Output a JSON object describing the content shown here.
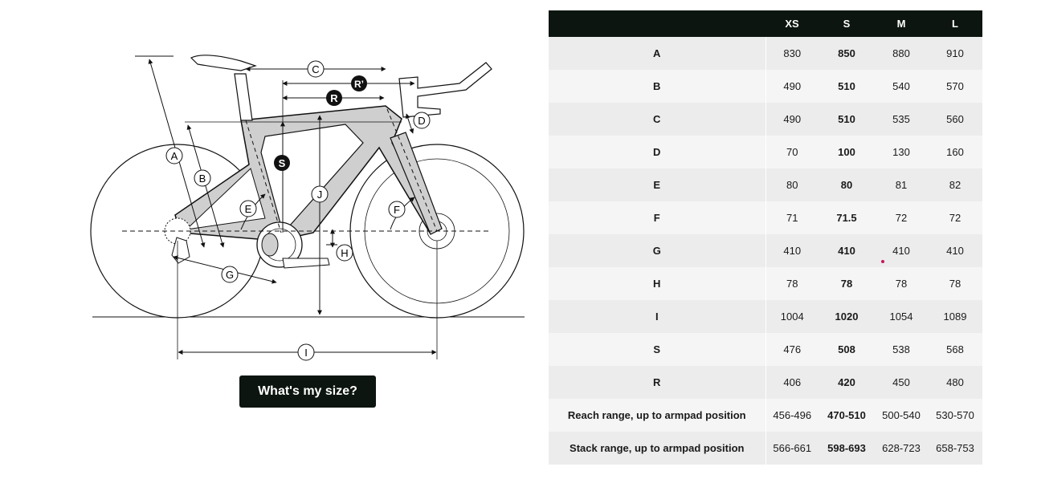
{
  "diagram": {
    "labels": [
      "A",
      "B",
      "C",
      "D",
      "E",
      "F",
      "G",
      "H",
      "I",
      "J",
      "R",
      "R’",
      "S"
    ]
  },
  "size_button": {
    "label": "What's my size?"
  },
  "table": {
    "headers": [
      "",
      "XS",
      "S",
      "M",
      "L"
    ],
    "rows": [
      {
        "label": "A",
        "values": [
          "830",
          "850",
          "880",
          "910"
        ]
      },
      {
        "label": "B",
        "values": [
          "490",
          "510",
          "540",
          "570"
        ]
      },
      {
        "label": "C",
        "values": [
          "490",
          "510",
          "535",
          "560"
        ]
      },
      {
        "label": "D",
        "values": [
          "70",
          "100",
          "130",
          "160"
        ]
      },
      {
        "label": "E",
        "values": [
          "80",
          "80",
          "81",
          "82"
        ]
      },
      {
        "label": "F",
        "values": [
          "71",
          "71.5",
          "72",
          "72"
        ]
      },
      {
        "label": "G",
        "values": [
          "410",
          "410",
          "410",
          "410"
        ]
      },
      {
        "label": "H",
        "values": [
          "78",
          "78",
          "78",
          "78"
        ]
      },
      {
        "label": "I",
        "values": [
          "1004",
          "1020",
          "1054",
          "1089"
        ]
      },
      {
        "label": "S",
        "values": [
          "476",
          "508",
          "538",
          "568"
        ]
      },
      {
        "label": "R",
        "values": [
          "406",
          "420",
          "450",
          "480"
        ]
      },
      {
        "label": "Reach range, up to armpad position",
        "values": [
          "456-496",
          "470-510",
          "500-540",
          "530-570"
        ]
      },
      {
        "label": "Stack range, up to armpad position",
        "values": [
          "566-661",
          "598-693",
          "628-723",
          "658-753"
        ]
      }
    ],
    "highlight_column": 1
  },
  "colors": {
    "dark": "#0c150f",
    "frame_fill": "#cfcfcf",
    "row_odd": "#ececec",
    "row_even": "#f5f5f5"
  }
}
